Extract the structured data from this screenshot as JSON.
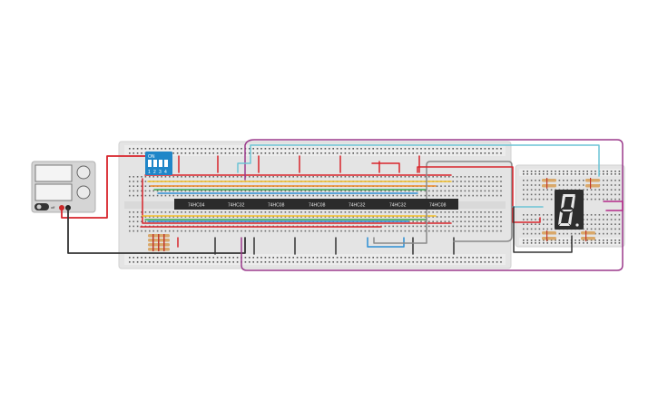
{
  "circuit": {
    "chips": [
      {
        "label": "74HC04"
      },
      {
        "label": "74HC32"
      },
      {
        "label": "74HC08"
      },
      {
        "label": "74HC08"
      },
      {
        "label": "74HC32"
      },
      {
        "label": "74HC32"
      },
      {
        "label": "74HC08"
      }
    ],
    "dip_switch": {
      "on_label": "ON",
      "positions": [
        "1",
        "2",
        "3",
        "4"
      ]
    },
    "power_supply": {
      "off_label": "off"
    },
    "seven_segment": {
      "digit": "8."
    }
  },
  "colors": {
    "wire_red": "#d8242b",
    "wire_black": "#333333",
    "wire_yellow": "#f3c02a",
    "wire_green": "#3aa64c",
    "wire_blue": "#2c8fd4",
    "wire_orange": "#f08a24",
    "wire_cyan": "#6cc3d5",
    "wire_purple": "#9b3a8c",
    "wire_magenta": "#b42a8a",
    "wire_gray": "#8a8a8a",
    "chip_body": "#2b2b2b",
    "dip_blue": "#1f86c8",
    "breadboard": "#e4e4e4"
  }
}
